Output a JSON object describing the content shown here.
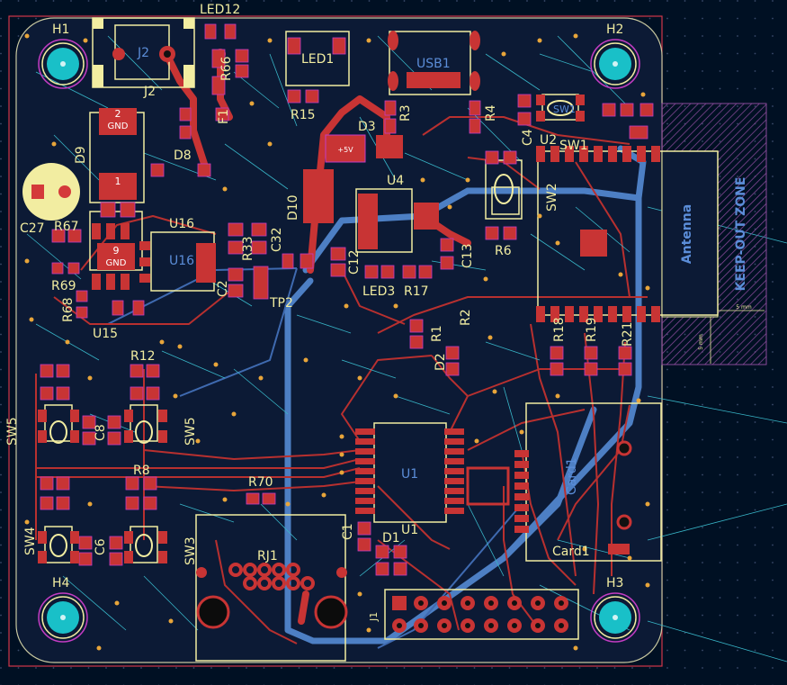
{
  "board": {
    "background": "#001023",
    "colors": {
      "edge": "#c8c8a0",
      "outline": "#d2374a",
      "copper_front": "#c83434",
      "copper_back": "#4d7fc4",
      "silk": "#f2eda1",
      "courtyard": "#c33cc3",
      "pad": "#d43a3a",
      "ratsnest": "#38b6c8",
      "via": "#e8a53a",
      "hole": "#19c0c8",
      "fab_blue": "#5b8dd8"
    }
  },
  "mounting_holes": [
    {
      "ref": "H1"
    },
    {
      "ref": "H2"
    },
    {
      "ref": "H3"
    },
    {
      "ref": "H4"
    }
  ],
  "keepout": {
    "title": "KEEP-OUT ZONE",
    "antenna_label": "Antenna",
    "dim_h": "5 mm",
    "dim_v": "5 mm"
  },
  "labels": {
    "LED12": "LED12",
    "J2": "J2",
    "R66": "R66",
    "F1": "F1",
    "J2_bottom": "J2",
    "LED1": "LED1",
    "R15": "R15",
    "USB1": "USB1",
    "R3": "R3",
    "R4": "R4",
    "C4": "C4",
    "U2": "U2",
    "SW1": "SW1",
    "SW1_b": "SW1",
    "D9": "D9",
    "D8": "D8",
    "D3": "D3",
    "D10": "D10",
    "U4": "U4",
    "C13": "C13",
    "SW2": "SW2",
    "R6": "R6",
    "C27": "C27",
    "R67": "R67",
    "U16": "U16",
    "U16_b": "U16",
    "R33": "R33",
    "C32": "C32",
    "C12": "C12",
    "LED3": "LED3",
    "R17": "R17",
    "TP2": "TP2",
    "R69": "R69",
    "R68": "R68",
    "C2": "C2",
    "U15": "U15",
    "R1": "R1",
    "R2": "R2",
    "D2": "D2",
    "R12": "R12",
    "SW5": "SW5",
    "SW5_side": "SW5",
    "C8": "C8",
    "R8": "R8",
    "D1": "D1",
    "U1": "U1",
    "U1_b": "U1",
    "Card1": "Card1",
    "Card1_side": "Card1",
    "RJ1": "RJ1",
    "R70": "R70",
    "C1": "C1",
    "SW4": "SW4",
    "C6": "C6",
    "SW3": "SW3",
    "H4_lbl": "H4",
    "H3_lbl": "H3",
    "J1": "J1",
    "R21": "R21",
    "R18": "R18",
    "R19": "R19",
    "D1_b": "D1",
    "GND": "GND",
    "GND2": "GND",
    "pad2": "2",
    "pad1": "1",
    "pad9": "9",
    "plus5v": "+5V"
  }
}
